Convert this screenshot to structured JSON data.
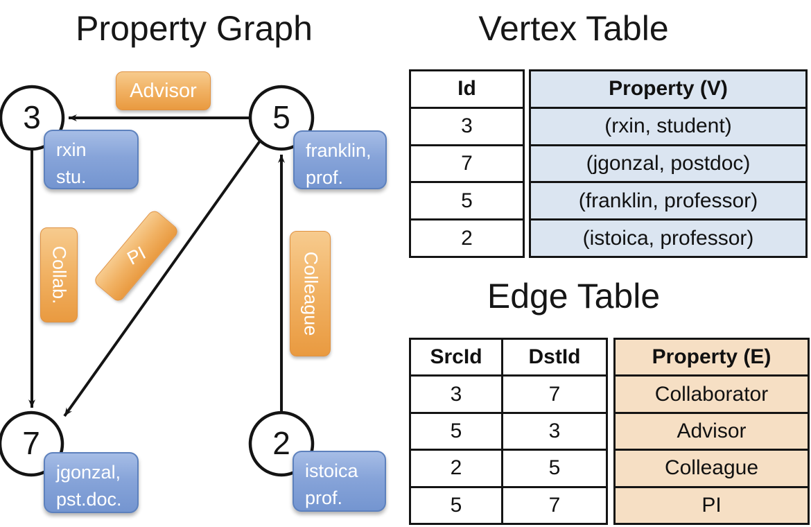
{
  "titles": {
    "graph": "Property Graph",
    "vertex_table": "Vertex Table",
    "edge_table": "Edge Table"
  },
  "graph": {
    "nodes": [
      {
        "id": "3",
        "line1": "rxin",
        "line2": "stu."
      },
      {
        "id": "5",
        "line1": "franklin,",
        "line2": "prof."
      },
      {
        "id": "7",
        "line1": "jgonzal,",
        "line2": "pst.doc."
      },
      {
        "id": "2",
        "line1": "istoica",
        "line2": "prof."
      }
    ],
    "edge_labels": {
      "advisor": "Advisor",
      "collab": "Collab.",
      "pi": "PI",
      "colleague": "Colleague"
    }
  },
  "vertex_table": {
    "columns": {
      "id": "Id",
      "property": "Property (V)"
    },
    "rows": [
      {
        "id": "3",
        "property": "(rxin, student)"
      },
      {
        "id": "7",
        "property": "(jgonzal, postdoc)"
      },
      {
        "id": "5",
        "property": "(franklin, professor)"
      },
      {
        "id": "2",
        "property": "(istoica, professor)"
      }
    ]
  },
  "edge_table": {
    "columns": {
      "src": "SrcId",
      "dst": "DstId",
      "property": "Property (E)"
    },
    "rows": [
      {
        "src": "3",
        "dst": "7",
        "property": "Collaborator"
      },
      {
        "src": "5",
        "dst": "3",
        "property": "Advisor"
      },
      {
        "src": "2",
        "dst": "5",
        "property": "Colleague"
      },
      {
        "src": "5",
        "dst": "7",
        "property": "PI"
      }
    ]
  },
  "colors": {
    "edge_label_orange_top": "#f7cb8e",
    "edge_label_orange_bottom": "#e99a40",
    "vertex_label_blue_top": "#a6bde6",
    "vertex_label_blue_bottom": "#7495d0",
    "vertex_column_fill": "#dbe5f1",
    "edge_column_fill": "#f6dfc4",
    "line_black": "#141414"
  }
}
